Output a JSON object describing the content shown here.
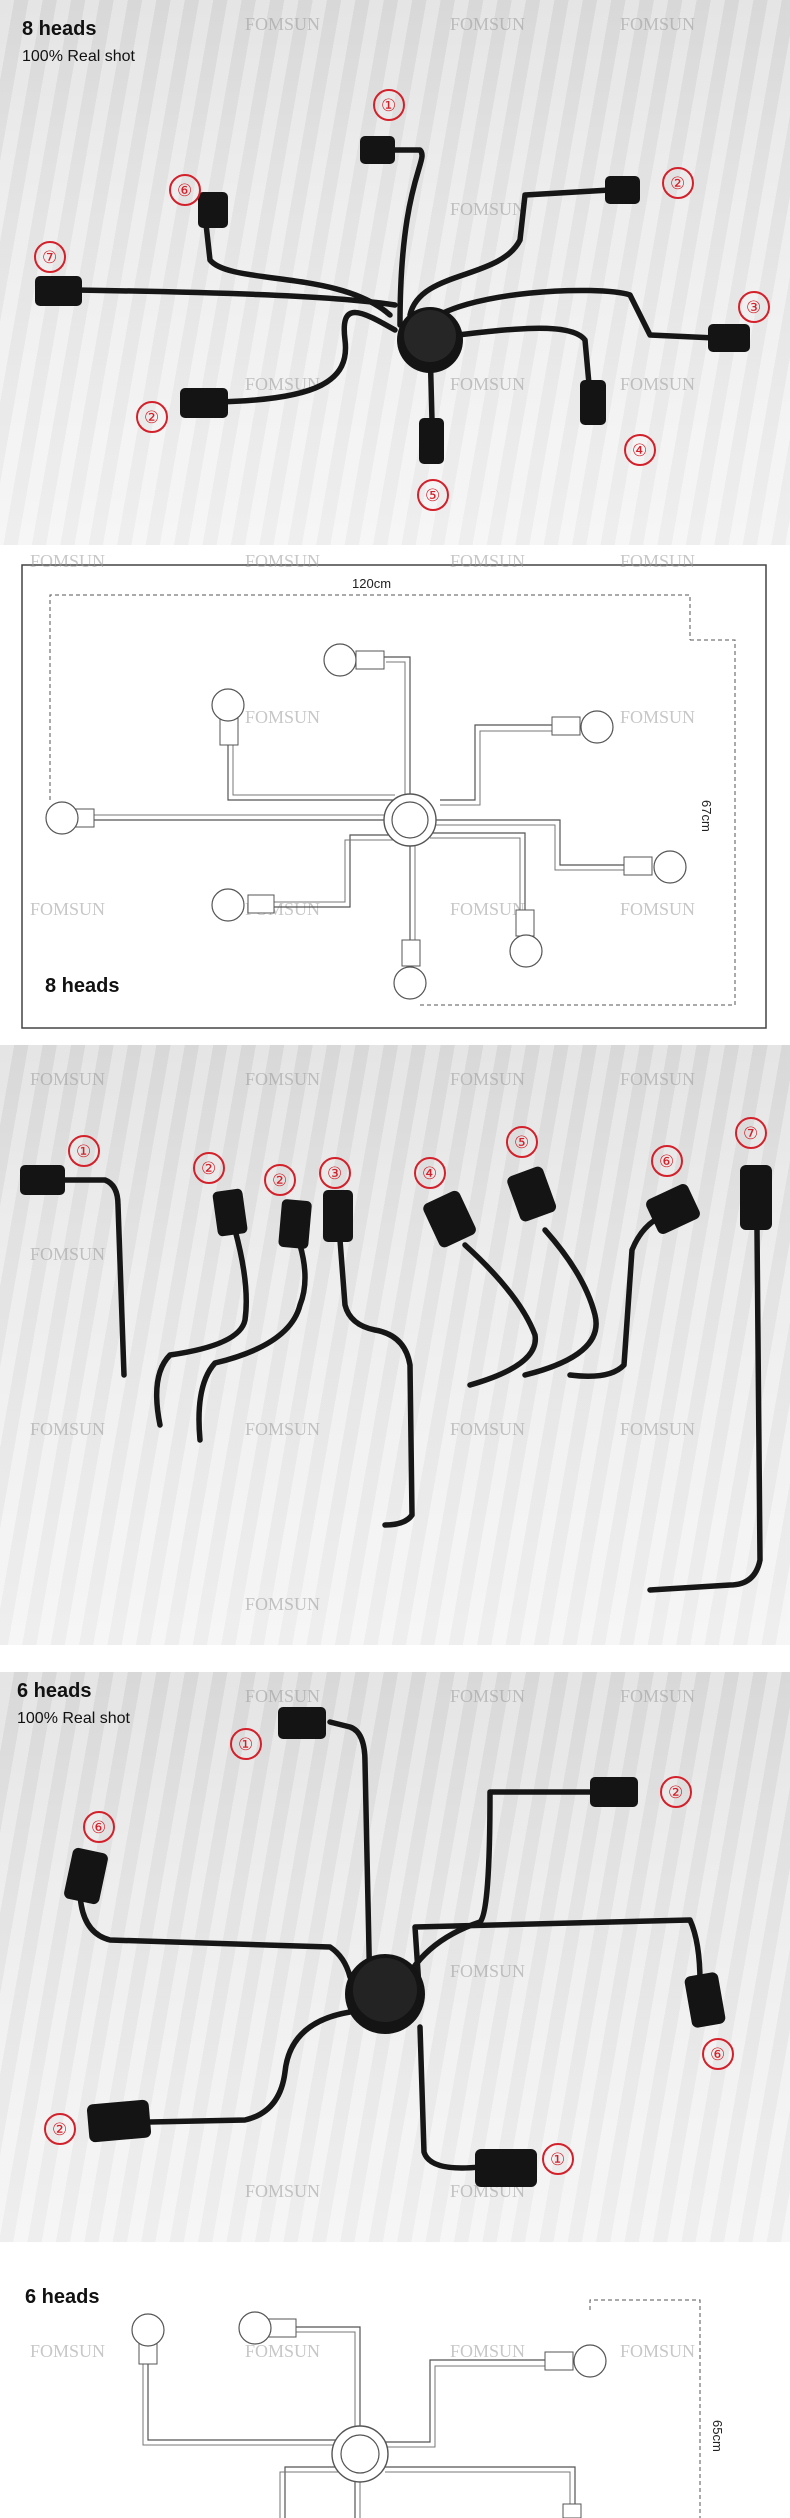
{
  "watermark": "FOMSUN",
  "section1": {
    "title": "8 heads",
    "subtitle": "100% Real shot",
    "labels": [
      "①",
      "②",
      "③",
      "④",
      "⑤",
      "②",
      "⑥",
      "⑦"
    ]
  },
  "section2": {
    "width_label": "120cm",
    "height_label": "67cm",
    "title": "8 heads"
  },
  "section3": {
    "labels": [
      "①",
      "②",
      "②",
      "③",
      "④",
      "⑤",
      "⑥",
      "⑦"
    ]
  },
  "section4": {
    "title": "6 heads",
    "subtitle": "100% Real shot",
    "labels": [
      "①",
      "②",
      "⑥",
      "①",
      "②",
      "⑥"
    ]
  },
  "section5": {
    "title": "6 heads",
    "height_label": "65cm"
  },
  "colors": {
    "marker": "#d4202a",
    "metal": "#161616",
    "background": "#eeeeee"
  }
}
